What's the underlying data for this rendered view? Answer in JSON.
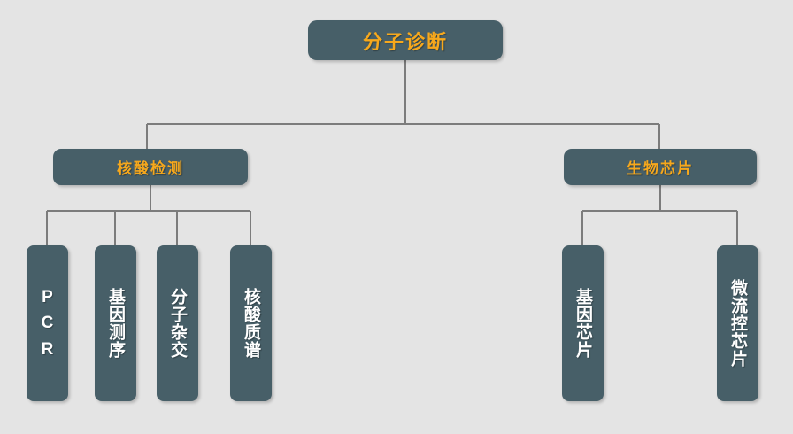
{
  "diagram": {
    "type": "organization-tree",
    "colors": {
      "background": "#e4e4e4",
      "node_fill": "#475f68",
      "branch_text": "#f7a81c",
      "leaf_text": "#ffffff",
      "connector": "#7c7c7c"
    },
    "root": {
      "label": "分子诊断"
    },
    "branches": [
      {
        "label": "核酸检测",
        "children": [
          {
            "label": "PCR",
            "stacked": "P\nC\nR"
          },
          {
            "label": "基因测序"
          },
          {
            "label": "分子杂交"
          },
          {
            "label": "核酸质谱"
          }
        ]
      },
      {
        "label": "生物芯片",
        "children": [
          {
            "label": "基因芯片"
          },
          {
            "label": "微流控芯片"
          }
        ]
      }
    ]
  }
}
